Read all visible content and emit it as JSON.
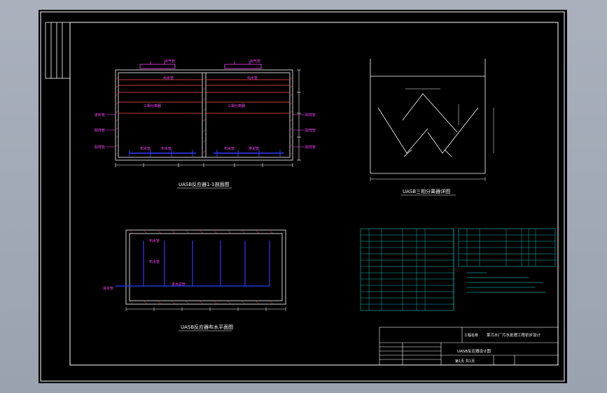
{
  "drawing": {
    "section_title": "UASB反应器1-1剖面图",
    "separator_title": "UASB三相分离器详图",
    "plan_title": "UASB反应器布水平面图",
    "colors": {
      "background": "#000000",
      "frame": "#ffffff",
      "wall": "#ff5050",
      "pipe": "#2a3cff",
      "label": "#ff40ff",
      "dim": "#00e5e5",
      "table": "#00e5e5",
      "yellow": "#ffff00"
    },
    "section": {
      "top_labels": [
        "出气管",
        "出气管"
      ],
      "inner_labels": [
        "出水管",
        "出水管",
        "三相分离器",
        "三相分离器",
        "布水管",
        "布水管",
        "布水管",
        "排泥管"
      ],
      "side_labels": [
        "进料管",
        "取样管",
        "取样管",
        "取样管",
        "取样管",
        "取样管"
      ]
    },
    "plan": {
      "labels": [
        "布水管",
        "布水管",
        "进水总管",
        "进水管"
      ]
    },
    "title_block": {
      "company": "工程名称",
      "project": "某污水厂污水处理工程初步设计",
      "drawing_name": "UASB反应器设计图",
      "sheet": "第1页 共1页"
    }
  }
}
